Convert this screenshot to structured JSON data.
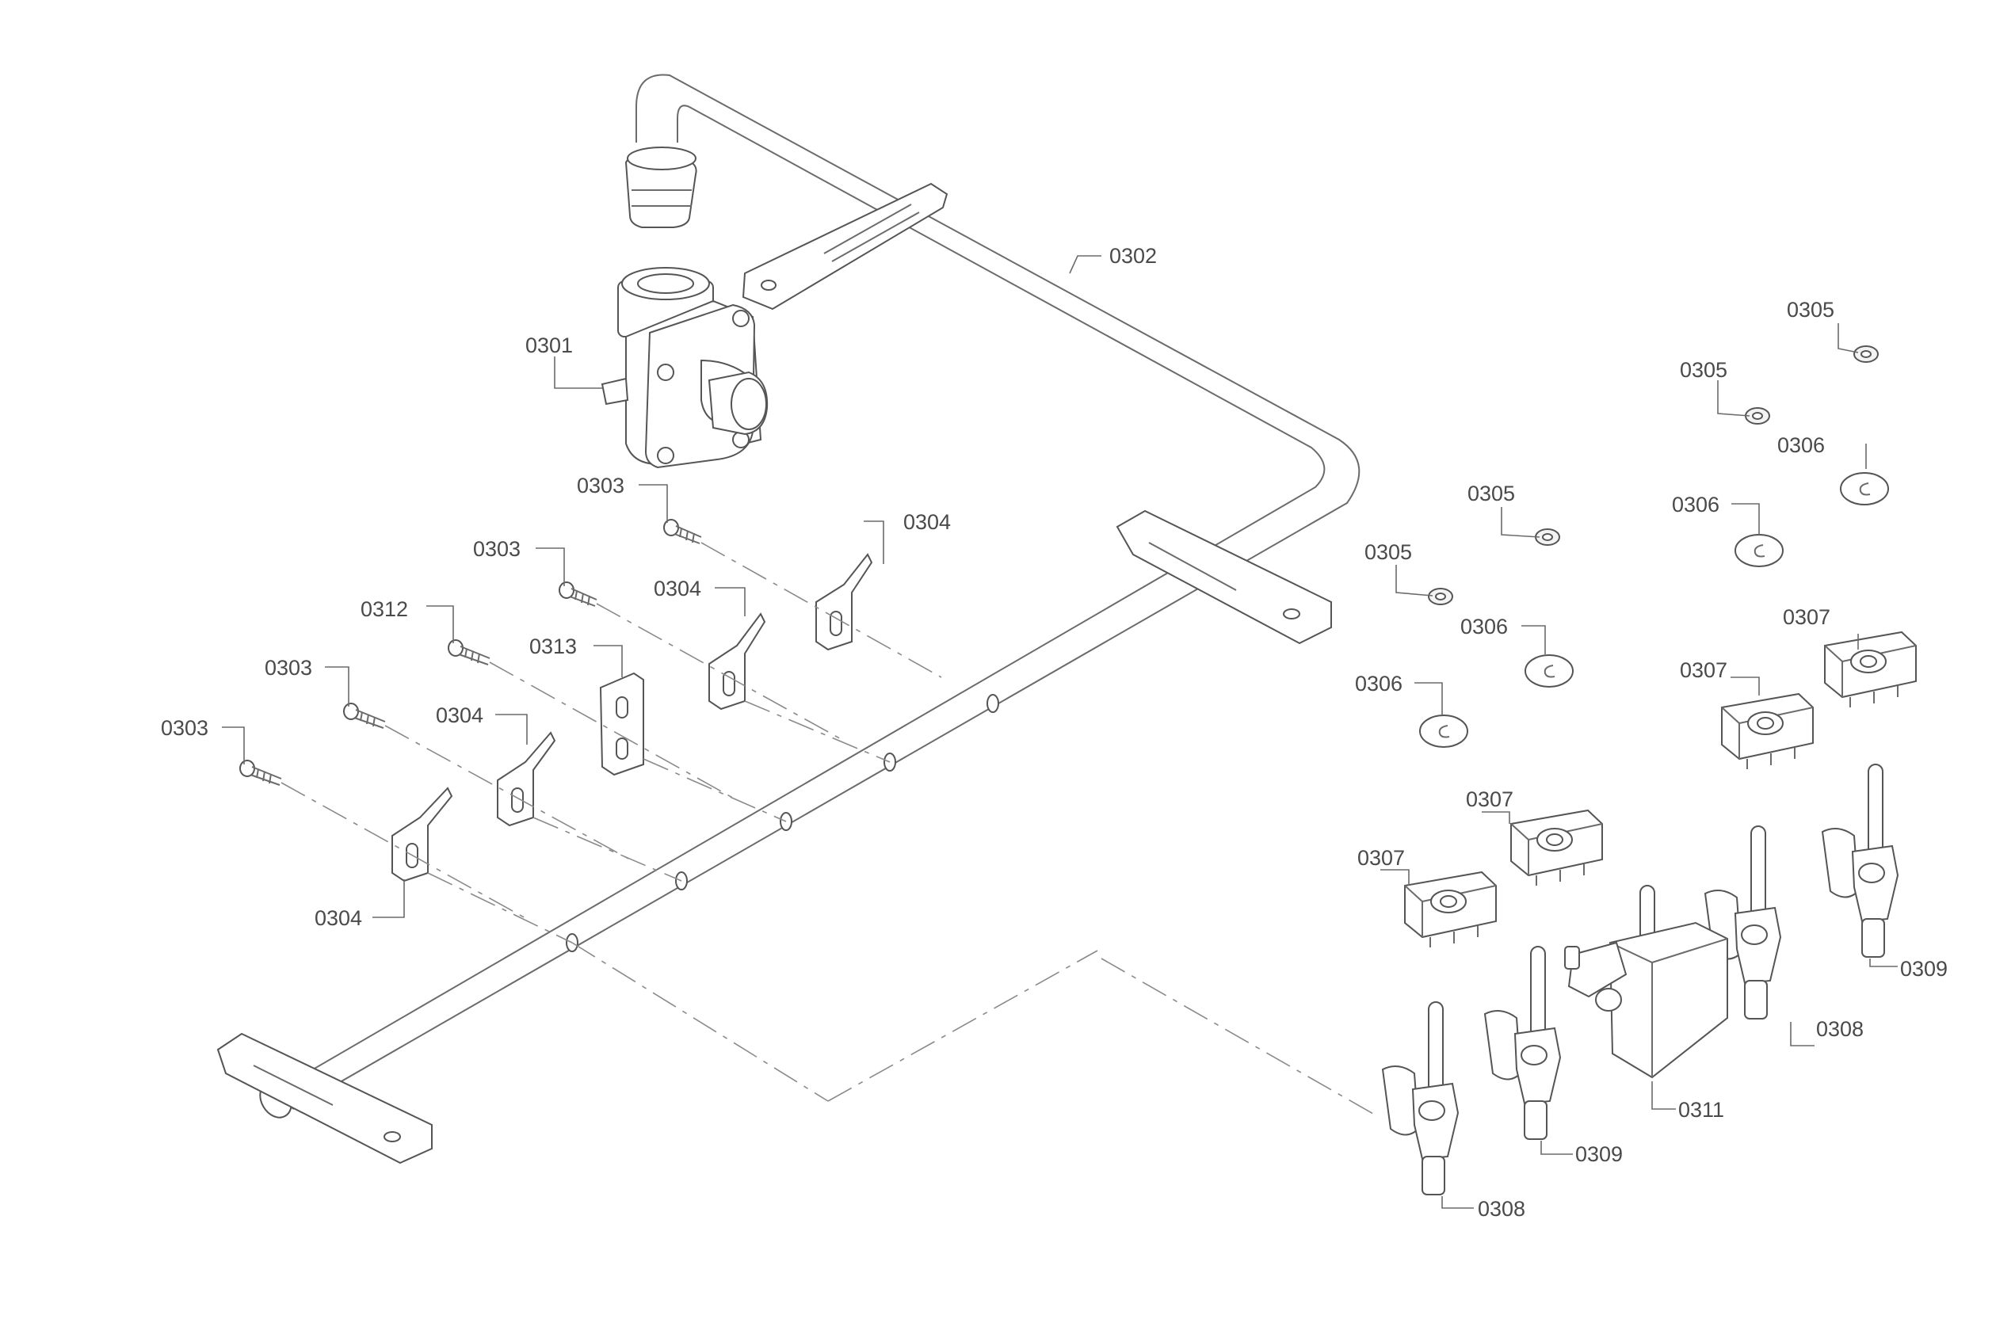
{
  "diagram": {
    "callouts": [
      {
        "id": "c-0301",
        "label": "0301"
      },
      {
        "id": "c-0302",
        "label": "0302"
      },
      {
        "id": "c-0303-a",
        "label": "0303"
      },
      {
        "id": "c-0303-b",
        "label": "0303"
      },
      {
        "id": "c-0303-c",
        "label": "0303"
      },
      {
        "id": "c-0303-d",
        "label": "0303"
      },
      {
        "id": "c-0304-a",
        "label": "0304"
      },
      {
        "id": "c-0304-b",
        "label": "0304"
      },
      {
        "id": "c-0304-c",
        "label": "0304"
      },
      {
        "id": "c-0304-d",
        "label": "0304"
      },
      {
        "id": "c-0305-a",
        "label": "0305"
      },
      {
        "id": "c-0305-b",
        "label": "0305"
      },
      {
        "id": "c-0305-c",
        "label": "0305"
      },
      {
        "id": "c-0305-d",
        "label": "0305"
      },
      {
        "id": "c-0306-a",
        "label": "0306"
      },
      {
        "id": "c-0306-b",
        "label": "0306"
      },
      {
        "id": "c-0306-c",
        "label": "0306"
      },
      {
        "id": "c-0306-d",
        "label": "0306"
      },
      {
        "id": "c-0307-a",
        "label": "0307"
      },
      {
        "id": "c-0307-b",
        "label": "0307"
      },
      {
        "id": "c-0307-c",
        "label": "0307"
      },
      {
        "id": "c-0307-d",
        "label": "0307"
      },
      {
        "id": "c-0308-a",
        "label": "0308"
      },
      {
        "id": "c-0308-b",
        "label": "0308"
      },
      {
        "id": "c-0309-a",
        "label": "0309"
      },
      {
        "id": "c-0309-b",
        "label": "0309"
      },
      {
        "id": "c-0311",
        "label": "0311"
      },
      {
        "id": "c-0312",
        "label": "0312"
      },
      {
        "id": "c-0313",
        "label": "0313"
      }
    ]
  }
}
